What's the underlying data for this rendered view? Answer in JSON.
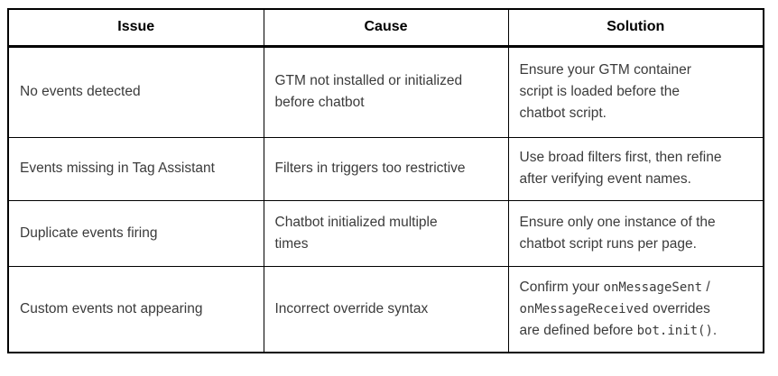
{
  "colors": {
    "border": "#000000",
    "header_text": "#000000",
    "body_text": "#3b3b3b",
    "background": "#ffffff"
  },
  "table": {
    "headers": [
      {
        "label": "Issue"
      },
      {
        "label": "Cause"
      },
      {
        "label": "Solution"
      }
    ],
    "rows": [
      {
        "issue": "No events detected",
        "cause": "GTM not installed or initialized\nbefore chatbot",
        "solution": "Ensure your GTM container\nscript is loaded before the\nchatbot script."
      },
      {
        "issue": "Events missing in Tag Assistant",
        "cause": "Filters in triggers too restrictive",
        "solution": "Use broad filters first, then refine\nafter verifying event names."
      },
      {
        "issue": "Duplicate events firing",
        "cause": "Chatbot initialized multiple\ntimes",
        "solution": "Ensure only one instance of the\nchatbot script runs per page."
      },
      {
        "issue": "Custom events not appearing",
        "cause": "Incorrect override syntax",
        "solution_parts": [
          {
            "text": "Confirm your ",
            "mono": false
          },
          {
            "text": "onMessageSent",
            "mono": true
          },
          {
            "text": " /\n",
            "mono": false
          },
          {
            "text": "onMessageReceived",
            "mono": true
          },
          {
            "text": " overrides\nare defined before ",
            "mono": false
          },
          {
            "text": "bot.init()",
            "mono": true
          },
          {
            "text": ".",
            "mono": false
          }
        ]
      }
    ]
  }
}
